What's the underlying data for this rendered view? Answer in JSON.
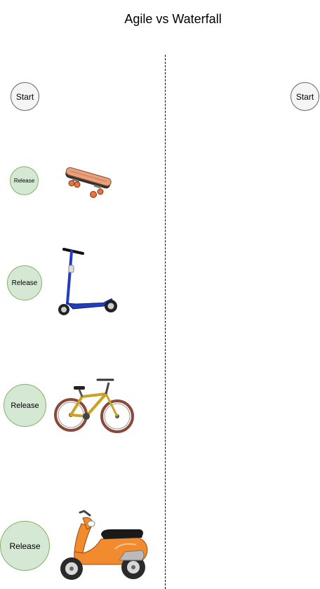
{
  "diagram": {
    "title": "Agile vs Waterfall",
    "agile": {
      "start_label": "Start",
      "releases": [
        {
          "label": "Release",
          "vehicle": "skateboard-icon"
        },
        {
          "label": "Release",
          "vehicle": "kick-scooter-icon"
        },
        {
          "label": "Release",
          "vehicle": "bicycle-icon"
        },
        {
          "label": "Release",
          "vehicle": "motor-scooter-icon"
        }
      ]
    },
    "waterfall": {
      "start_label": "Start"
    },
    "colors": {
      "start_fill": "#f5f5f5",
      "start_stroke": "#666666",
      "release_fill": "#d5e8d4",
      "release_stroke": "#82b366",
      "skateboard_deck": "#e8a07a",
      "kick_scooter_frame": "#1f3fbf",
      "bicycle_frame": "#c9a227",
      "motor_scooter_body": "#f28a2e"
    }
  }
}
